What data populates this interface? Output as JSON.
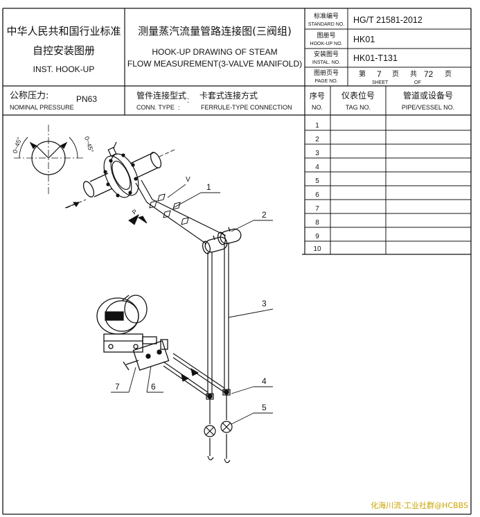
{
  "title_block": {
    "org_cn": "中华人民共和国行业标准",
    "sub_cn": "自控安装图册",
    "sub_en": "INST. HOOK-UP",
    "drawing_title_cn": "测量蒸汽流量管路连接图(三阀组)",
    "drawing_title_en_1": "HOOK-UP DRAWING OF STEAM",
    "drawing_title_en_2": "FLOW MEASUREMENT(3-VALVE MANIFOLD)",
    "standard_label_cn": "标准编号",
    "standard_label_en": "STANDARD NO.",
    "standard_no": "HG/T 21581-2012",
    "hookup_label_cn": "图册号",
    "hookup_label_en": "HOOK-UP NO.",
    "hookup_no": "HK01",
    "instal_label_cn": "安装图号",
    "instal_label_en": "INSTAL. NO.",
    "instal_no": "HK01-T131",
    "page_label_cn": "图册页号",
    "page_label_en": "PAGE NO.",
    "sheet_prefix_cn": "第",
    "sheet_no": "7",
    "sheet_unit_cn": "页",
    "total_prefix_cn": "共",
    "total_pages": "72",
    "total_unit_cn": "页",
    "sheet_en": "SHEET",
    "of_en": "OF"
  },
  "spec_row": {
    "pressure_label_cn": "公称压力:",
    "pressure_label_en": "NOMINAL PRESSURE",
    "pressure_value": "PN63",
    "conn_label_cn": "管件连接型式",
    "conn_label_en": "CONN. TYPE",
    "colon": ":",
    "conn_value_cn": "卡套式连接方式",
    "conn_value_en": "FERRULE-TYPE CONNECTION"
  },
  "tag_table": {
    "headers": {
      "no_cn": "序号",
      "no_en": "NO.",
      "tag_cn": "仪表位号",
      "tag_en": "TAG  NO.",
      "pipe_cn": "管道或设备号",
      "pipe_en": "PIPE/VESSEL NO."
    },
    "rows": [
      "1",
      "2",
      "3",
      "4",
      "5",
      "6",
      "7",
      "8",
      "9",
      "10"
    ]
  },
  "diagram": {
    "angle_left": "0~45°",
    "angle_right": "0~45°",
    "flow_label": "V",
    "orifice_label": "P",
    "callouts": [
      "1",
      "2",
      "3",
      "4",
      "5",
      "6",
      "7"
    ]
  },
  "watermark": "化海川流-工业社群@HCBBS"
}
